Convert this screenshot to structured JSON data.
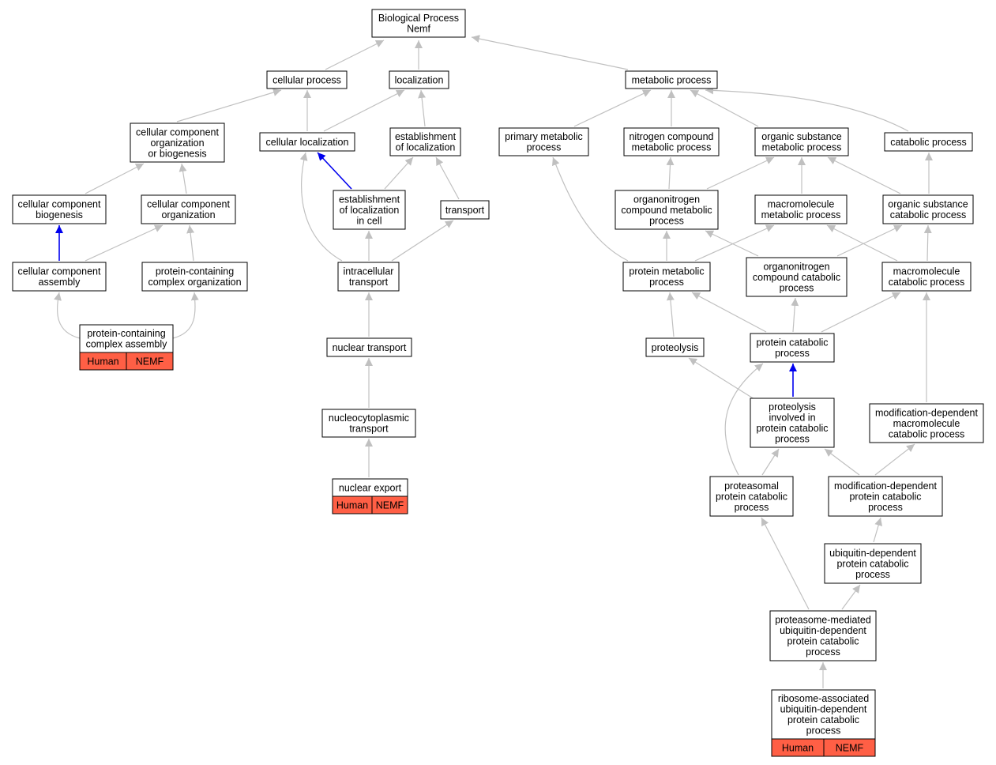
{
  "colors": {
    "edge_default": "#c0c0c0",
    "edge_highlight": "#0000ee",
    "node_border": "#000000",
    "node_fill": "#ffffff",
    "evidence_fill": "#ff5f45"
  },
  "nodes": {
    "bp_nemf": [
      "Biological Process",
      "Nemf"
    ],
    "cellular_process": [
      "cellular process"
    ],
    "localization": [
      "localization"
    ],
    "metabolic_process": [
      "metabolic process"
    ],
    "ccob": [
      "cellular component",
      "organization",
      "or biogenesis"
    ],
    "cellular_localization": [
      "cellular localization"
    ],
    "est_localization": [
      "establishment",
      "of localization"
    ],
    "primary_metabolic": [
      "primary metabolic",
      "process"
    ],
    "nitrogen_compound": [
      "nitrogen compound",
      "metabolic process"
    ],
    "organic_substance_metabolic": [
      "organic substance",
      "metabolic process"
    ],
    "catabolic_process": [
      "catabolic process"
    ],
    "cc_biogenesis": [
      "cellular component",
      "biogenesis"
    ],
    "cc_organization": [
      "cellular component",
      "organization"
    ],
    "est_loc_in_cell": [
      "establishment",
      "of localization",
      "in cell"
    ],
    "transport": [
      "transport"
    ],
    "organonitrogen_metabolic": [
      "organonitrogen",
      "compound metabolic",
      "process"
    ],
    "macromolecule_metabolic": [
      "macromolecule",
      "metabolic process"
    ],
    "organic_substance_catabolic": [
      "organic substance",
      "catabolic process"
    ],
    "cc_assembly": [
      "cellular component",
      "assembly"
    ],
    "pc_complex_org": [
      "protein-containing",
      "complex organization"
    ],
    "intracellular_transport": [
      "intracellular",
      "transport"
    ],
    "protein_metabolic": [
      "protein metabolic",
      "process"
    ],
    "organonitrogen_catabolic": [
      "organonitrogen",
      "compound catabolic",
      "process"
    ],
    "macromolecule_catabolic": [
      "macromolecule",
      "catabolic process"
    ],
    "pc_complex_assembly": [
      "protein-containing",
      "complex assembly"
    ],
    "nuclear_transport": [
      "nuclear transport"
    ],
    "proteolysis": [
      "proteolysis"
    ],
    "protein_catabolic": [
      "protein catabolic",
      "process"
    ],
    "nucleocytoplasmic": [
      "nucleocytoplasmic",
      "transport"
    ],
    "proteolysis_pc": [
      "proteolysis",
      "involved in",
      "protein catabolic",
      "process"
    ],
    "mod_dep_macro": [
      "modification-dependent",
      "macromolecule",
      "catabolic process"
    ],
    "nuclear_export": [
      "nuclear export"
    ],
    "proteasomal_pc": [
      "proteasomal",
      "protein catabolic",
      "process"
    ],
    "mod_dep_protein": [
      "modification-dependent",
      "protein catabolic",
      "process"
    ],
    "ubiquitin_dep": [
      "ubiquitin-dependent",
      "protein catabolic",
      "process"
    ],
    "proteasome_mediated": [
      "proteasome-mediated",
      "ubiquitin-dependent",
      "protein catabolic",
      "process"
    ],
    "ribosome_associated": [
      "ribosome-associated",
      "ubiquitin-dependent",
      "protein catabolic",
      "process"
    ]
  },
  "evidence": {
    "pc_complex_assembly": [
      "Human",
      "NEMF"
    ],
    "nuclear_export": [
      "Human",
      "NEMF"
    ],
    "ribosome_associated": [
      "Human",
      "NEMF"
    ]
  }
}
